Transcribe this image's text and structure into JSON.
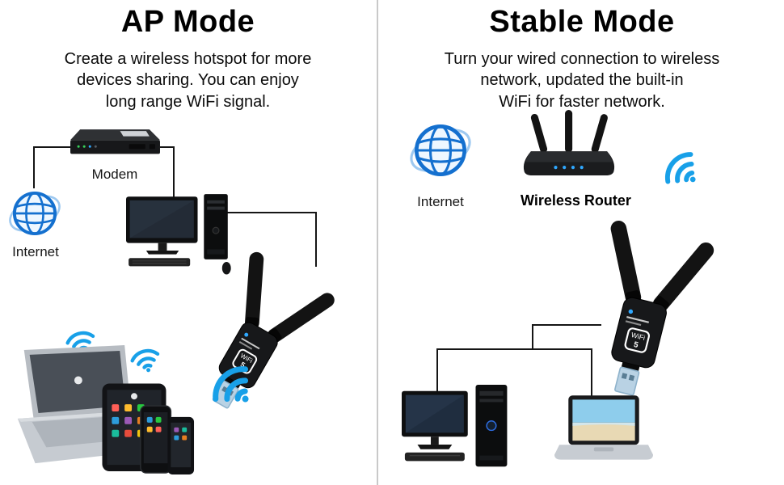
{
  "left": {
    "title": "AP Mode",
    "description_lines": [
      "Create a wireless hotspot for more",
      "devices sharing. You can enjoy",
      "long range WiFi signal."
    ],
    "modem_label": "Modem",
    "internet_label": "Internet"
  },
  "right": {
    "title": "Stable Mode",
    "description_lines": [
      "Turn your wired connection to wireless",
      "network, updated the built-in",
      "WiFi for faster network."
    ],
    "internet_label": "Internet",
    "router_label": "Wireless Router"
  },
  "adapter": {
    "badge_top": "WiFi",
    "badge_number": "5"
  },
  "colors": {
    "background": "#ffffff",
    "divider_gray": "#c9c9c9",
    "wifi_blue": "#18a0e8",
    "globe_blue": "#1470cf",
    "connector_line": "#151515",
    "usb_metal_blue": "#b9d2e4"
  }
}
